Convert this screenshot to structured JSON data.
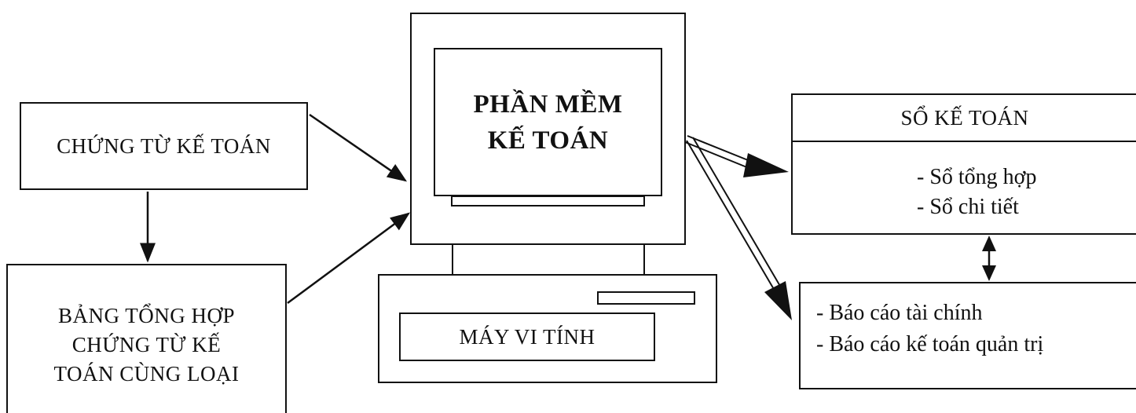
{
  "source_documents": {
    "label": "CHỨNG TỪ KẾ TOÁN"
  },
  "summary_table": {
    "lines": [
      "BẢNG TỔNG HỢP",
      "CHỨNG TỪ KẾ",
      "TOÁN CÙNG LOẠI"
    ]
  },
  "software": {
    "lines": [
      "PHẦN MỀM",
      "KẾ TOÁN"
    ]
  },
  "computer": {
    "label": "MÁY VI TÍNH"
  },
  "ledger": {
    "title": "SỔ KẾ TOÁN",
    "items": [
      "- Sổ tổng hợp",
      "- Sổ chi tiết"
    ]
  },
  "reports": {
    "items": [
      "- Báo cáo tài chính",
      "- Báo cáo kế toán quản trị"
    ]
  }
}
